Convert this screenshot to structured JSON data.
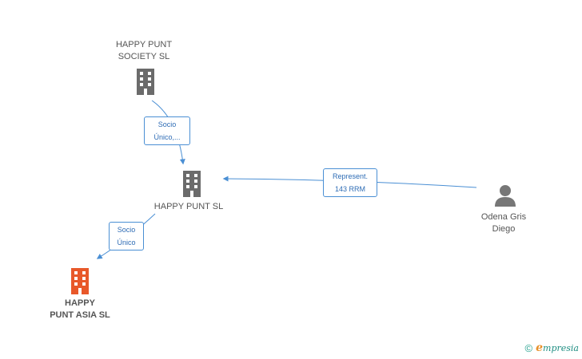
{
  "nodes": {
    "society": {
      "line1": "HAPPY PUNT",
      "line2": "SOCIETY  SL"
    },
    "punt": {
      "line1": "HAPPY PUNT SL"
    },
    "asia": {
      "line1": "HAPPY",
      "line2": "PUNT ASIA SL"
    },
    "person": {
      "line1": "Odena Gris",
      "line2": "Diego"
    }
  },
  "edges": {
    "society_to_punt": {
      "line1": "Socio",
      "line2": "Único,..."
    },
    "person_to_punt": {
      "line1": "Represent.",
      "line2": "143 RRM"
    },
    "punt_to_asia": {
      "line1": "Socio",
      "line2": "Único"
    }
  },
  "footer": {
    "copyright": "©",
    "brand_initial": "e",
    "brand_rest": "mpresia"
  },
  "colors": {
    "building": "#6b6b6b",
    "focus_building": "#e8582a",
    "edge": "#4a8fd4",
    "person": "#777777"
  },
  "icons": [
    "building-icon",
    "person-icon"
  ]
}
